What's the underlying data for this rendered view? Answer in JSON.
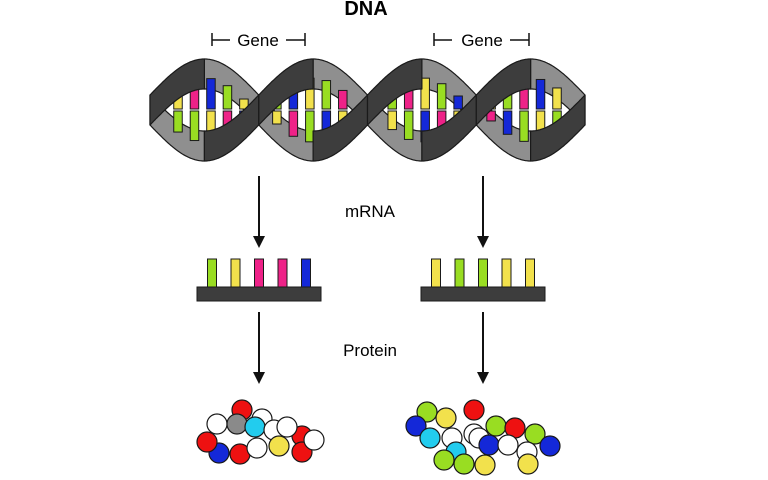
{
  "title": "DNA",
  "gene_label": "Gene",
  "stage_labels": {
    "mrna": "mRNA",
    "protein": "Protein"
  },
  "colors": {
    "backbone_front": "#3d3d3d",
    "backbone_back": "#8f8f8f",
    "outline": "#1a1a1a",
    "green": "#99dd22",
    "yellow": "#f2e14c",
    "magenta": "#ee2288",
    "blue": "#1428d8",
    "red": "#ee1111",
    "cyan": "#22ccee",
    "gray": "#8a8a8a",
    "white": "#ffffff",
    "mrna_backbone": "#3d3d3d"
  },
  "dna_base_pairs": [
    [
      "yellow",
      "green"
    ],
    [
      "magenta",
      "green"
    ],
    [
      "blue",
      "yellow"
    ],
    [
      "green",
      "magenta"
    ],
    [
      "yellow",
      "blue"
    ],
    [
      "magenta",
      "green"
    ],
    [
      "green",
      "yellow"
    ],
    [
      "blue",
      "magenta"
    ],
    [
      "yellow",
      "green"
    ],
    [
      "green",
      "blue"
    ],
    [
      "magenta",
      "yellow"
    ],
    [
      "yellow",
      "green"
    ],
    [
      "blue",
      "magenta"
    ],
    [
      "green",
      "yellow"
    ],
    [
      "magenta",
      "green"
    ],
    [
      "yellow",
      "blue"
    ],
    [
      "green",
      "magenta"
    ],
    [
      "blue",
      "yellow"
    ],
    [
      "magenta",
      "green"
    ],
    [
      "yellow",
      "magenta"
    ],
    [
      "green",
      "blue"
    ],
    [
      "magenta",
      "green"
    ],
    [
      "blue",
      "yellow"
    ],
    [
      "yellow",
      "green"
    ]
  ],
  "mrna_left": [
    "green",
    "yellow",
    "magenta",
    "magenta",
    "blue"
  ],
  "mrna_right": [
    "yellow",
    "green",
    "green",
    "yellow",
    "yellow"
  ],
  "protein_left": [
    "red",
    "white",
    "white",
    "gray",
    "cyan",
    "white",
    "red",
    "white",
    "red",
    "blue",
    "red",
    "white",
    "yellow",
    "red",
    "white"
  ],
  "protein_right": [
    "red",
    "green",
    "yellow",
    "white",
    "blue",
    "cyan",
    "white",
    "white",
    "green",
    "red",
    "green",
    "cyan",
    "blue",
    "white",
    "green",
    "blue",
    "white",
    "green",
    "yellow",
    "yellow"
  ]
}
